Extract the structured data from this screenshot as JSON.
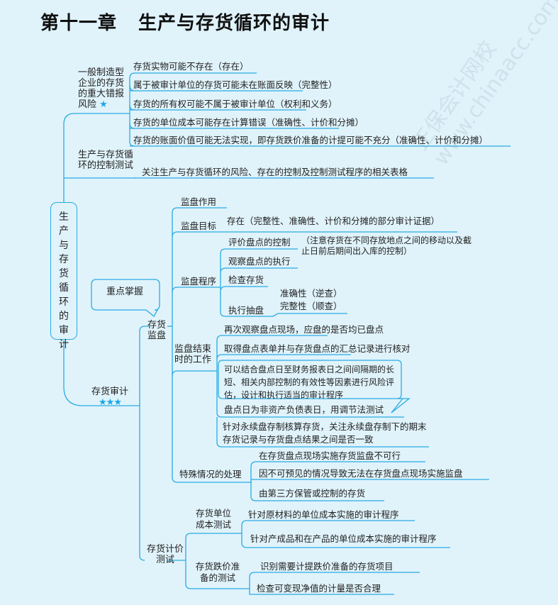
{
  "title": {
    "chapter": "第十一章",
    "name": "生产与存货循环的审计"
  },
  "root": "生产与存货循环的审计",
  "watermark": "正保会计网校 www.chinaacc.com",
  "colors": {
    "line": "#29abe2",
    "background": "#e0f3fb",
    "star": "#1aa7e8"
  },
  "branch1": {
    "label": "一般制造型企业的存货的重大错报风险",
    "star": "★",
    "items": [
      "存货实物可能不存在（存在）",
      "属于被审计单位的存货可能未在账面反映（完整性）",
      "存货的所有权可能不属于被审计单位（权利和义务）",
      "存货的单位成本可能存在计算错误（准确性、计价和分摊）",
      "存货的账面价值可能无法实现，即存货跌价准备的计提可能不充分（准确性、计价和分摊）"
    ]
  },
  "branch2": {
    "label": "生产与存货循环的控制测试",
    "item": "关注生产与存货循环的风险、存在的控制及控制测试程序的相关表格"
  },
  "branch3": {
    "label": "存货审计",
    "stars": "★★★",
    "callout": "重点掌握",
    "jianpan": {
      "label": "存货监盘",
      "zuoyong": "监盘作用",
      "mubiao": {
        "label": "监盘目标",
        "item": "存在（完整性、准确性、计价和分摊的部分审计证据）"
      },
      "chengxu": {
        "label": "监盘程序",
        "items": [
          "评价盘点的控制",
          "观察盘点的执行",
          "检查存货",
          "执行抽盘"
        ],
        "note": "（注意存货在不同存放地点之间的移动以及截止日前后期间出入库的控制）",
        "chou": [
          "准确性（逆查）",
          "完整性（顺查）"
        ]
      },
      "jieshu": {
        "label": "监盘结束时的工作",
        "items": [
          "再次观察盘点现场，应盘的是否均已盘点",
          "取得盘点表单并与存货盘点的汇总记录进行核对",
          "盘点日为非资产负债表日，用调节法测试",
          "针对永续盘存制核算存货，关注永续盘存制下的期末存货记录与存货盘点结果之间是否一致"
        ],
        "callout": "可以结合盘点日至财务报表日之间间隔期的长短、相关内部控制的有效性等因素进行风险评估，设计和执行适当的审计程序"
      },
      "teshu": {
        "label": "特殊情况的处理",
        "items": [
          "在存货盘点现场实施存货监盘不可行",
          "因不可预见的情况导致无法在存货盘点现场实施监盘",
          "由第三方保管或控制的存货"
        ]
      }
    },
    "jijia": {
      "label": "存货计价测试",
      "danwei": {
        "label": "存货单位成本测试",
        "items": [
          "针对原材料的单位成本实施的审计程序",
          "针对产成品和在产品的单位成本实施的审计程序"
        ]
      },
      "dieja": {
        "label": "存货跌价准备的测试",
        "items": [
          "识别需要计提跌价准备的存货项目",
          "检查可变现净值的计量是否合理"
        ]
      }
    }
  }
}
